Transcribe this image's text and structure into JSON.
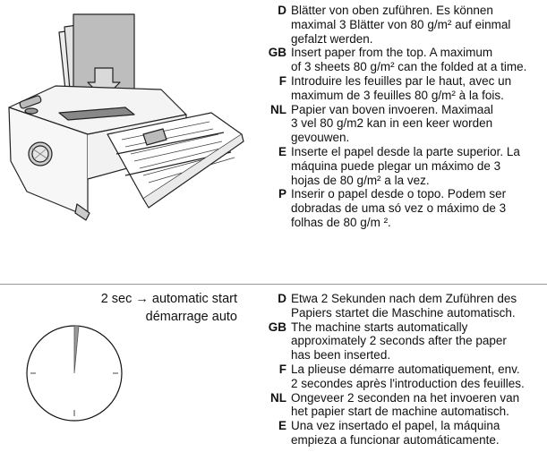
{
  "section_top": {
    "entries": [
      {
        "code": "D",
        "text": "Blätter von oben zuführen. Es können\nmaximal 3 Blätter von 80 g/m² auf einmal\ngefalzt werden."
      },
      {
        "code": "GB",
        "text": "Insert paper from the top. A maximum\nof 3 sheets 80 g/m² can the folded at a time."
      },
      {
        "code": "F",
        "text": "Introduire les feuilles par le haut, avec un\nmaximum de 3 feuilles 80 g/m² à la fois."
      },
      {
        "code": "NL",
        "text": "Papier van boven invoeren. Maximaal\n3 vel 80 g/m2 kan in een keer worden\ngevouwen."
      },
      {
        "code": "E",
        "text": "Inserte el papel desde la parte superior. La\nmáquina puede plegar un máximo de 3\nhojas de 80 g/m² a la vez."
      },
      {
        "code": "P",
        "text": "Inserir o papel desde o topo. Podem ser\ndobradas de uma só vez o máximo de 3\nfolhas de 80 g/m ²."
      }
    ]
  },
  "section_bottom": {
    "timer_line1": "2 sec → automatic start",
    "timer_line2": "démarrage auto",
    "entries": [
      {
        "code": "D",
        "text": "Etwa 2 Sekunden nach dem Zuführen des\nPapiers startet die Maschine automatisch."
      },
      {
        "code": "GB",
        "text": "The machine starts automatically\napproximately 2 seconds after the paper\nhas been inserted."
      },
      {
        "code": "F",
        "text": "La plieuse démarre automatiquement, env.\n2 secondes après l'introduction des feuilles."
      },
      {
        "code": "NL",
        "text": "Ongeveer 2 seconden na het invoeren van\nhet papier start de machine automatisch."
      },
      {
        "code": "E",
        "text": "Una vez insertado el papel, la máquina\nempieza a funcionar automáticamente."
      }
    ]
  }
}
